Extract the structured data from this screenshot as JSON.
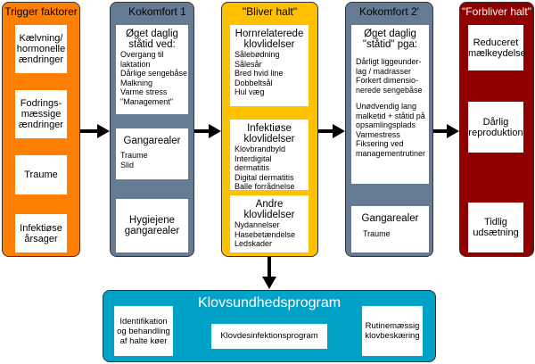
{
  "colors": {
    "trigger": "#ff8000",
    "kokomfort": "#647b93",
    "bliver": "#ffc000",
    "forbliver": "#8f0000",
    "program": "#00a2c8"
  },
  "trigger": {
    "title": "Trigger faktorer",
    "boxes": [
      "Kælvning/ hormonelle ændringer",
      "Fodrings- mæssige ændringer",
      "Traume",
      "Infektiøse årsager"
    ]
  },
  "kokomfort1": {
    "title": "Kokomfort 1",
    "box1": {
      "title": "Øget daglig ståtid ved:",
      "items": [
        "Overgang til laktation",
        "Dårlige sengebåse",
        "Malkning",
        "Varme stress",
        "\"Management\""
      ]
    },
    "box2": {
      "title": "Gangarealer",
      "items": [
        "Traume",
        "Slid"
      ]
    },
    "box3": {
      "title": "Hygiejene gangarealer"
    }
  },
  "bliver": {
    "title": "\"Bliver halt\"",
    "box1": {
      "title": "Hornrelaterede klovlidelser",
      "items": [
        "Sålebødning",
        "Sålesår",
        "Bred hvid line",
        "Dobbeltsål",
        "Hul væg"
      ]
    },
    "box2": {
      "title": "Infektiøse klovlidelser",
      "items": [
        "Klovbrandbyld",
        "Interdigital dermatitis",
        "Digital dermatitis",
        "Balle forrådnelse"
      ]
    },
    "box3": {
      "title": "Andre klovlidelser",
      "items": [
        "Nydannelser",
        "Hasebetændelse",
        "Ledskader"
      ]
    }
  },
  "kokomfort2": {
    "title": "Kokomfort 2'",
    "box1": {
      "title": "Øget daglig \"ståtid\" pga:",
      "items1": [
        "Dårligt liggeunder-",
        "lag / madrasser",
        "Forkert dimensio-",
        "nerede sengebåse"
      ],
      "items2": [
        "Unødvendig lang",
        "malketid + ståtid på",
        "opsamlingsplads",
        "Varmestress",
        "Fiksering ved",
        "managementrutiner"
      ]
    },
    "box2": {
      "title": "Gangarealer",
      "items": [
        "Traume"
      ]
    }
  },
  "forbliver": {
    "title": "\"Forbliver halt\"",
    "boxes": [
      "Reduceret mælkeydelse",
      "Dårlig reproduktion",
      "Tidlig udsætning"
    ]
  },
  "program": {
    "title": "Klovsundhedsprogram",
    "boxes": [
      "Identifikation og behandling af halte køer",
      "Klovdesinfektionsprogram",
      "Rutinemæssig klovbeskæring"
    ]
  }
}
